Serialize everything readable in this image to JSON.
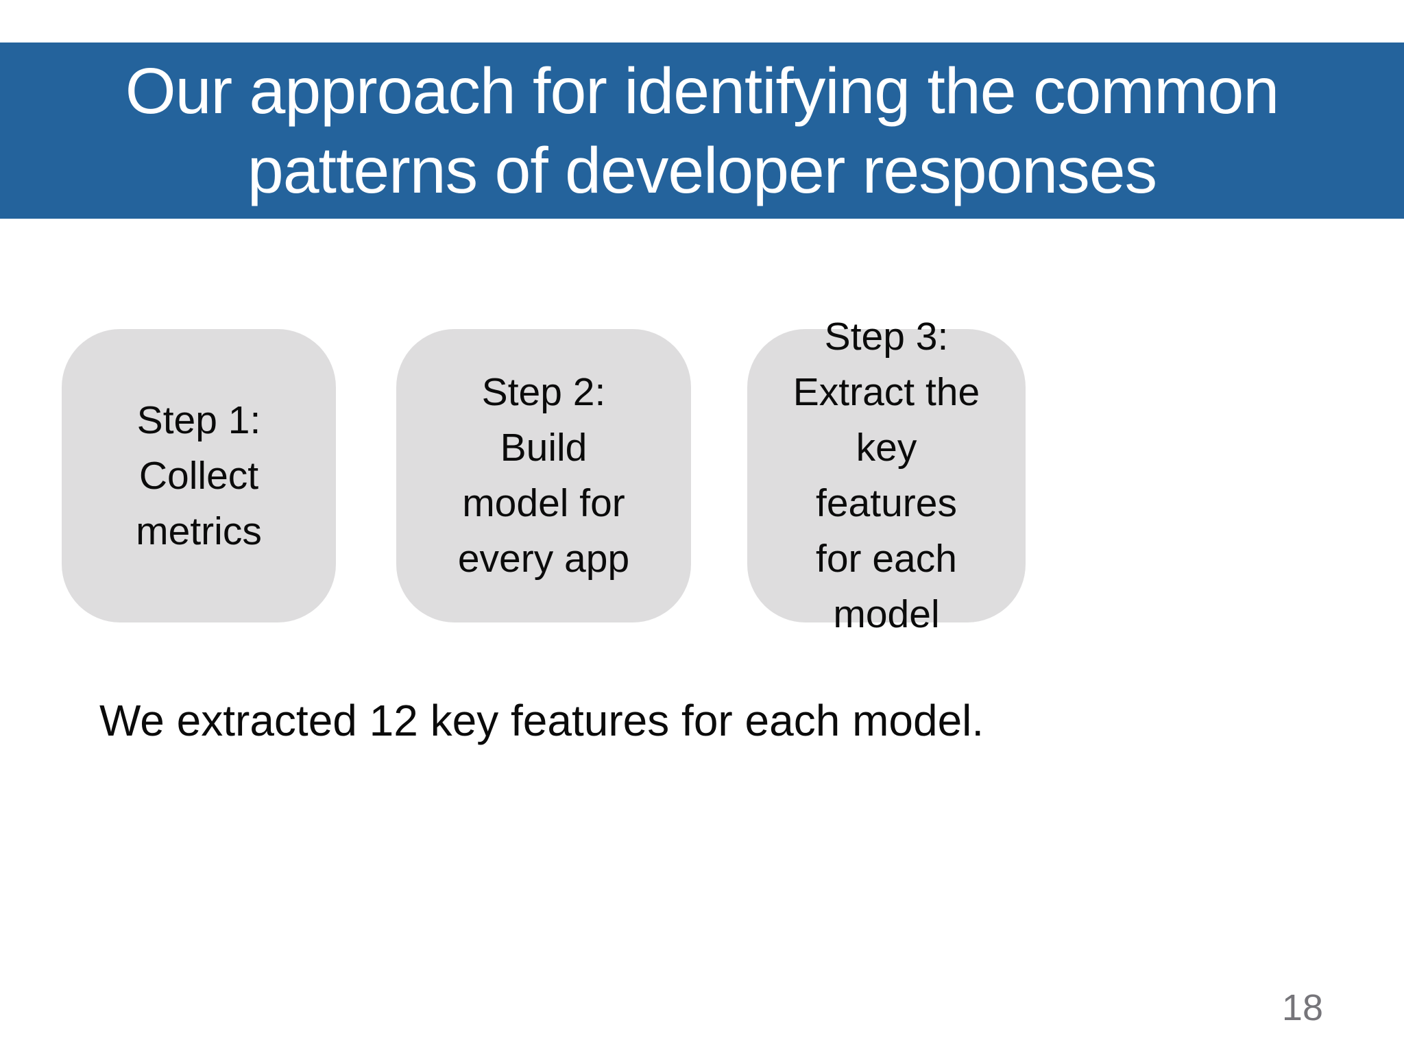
{
  "slide": {
    "title_line1": "Our approach for identifying the common",
    "title_line2": "patterns of developer responses",
    "steps": [
      {
        "name": "step-1",
        "lines": [
          "Step 1:",
          "Collect",
          "metrics"
        ]
      },
      {
        "name": "step-2",
        "lines": [
          "Step 2:",
          "Build",
          "model for",
          "every app"
        ]
      },
      {
        "name": "step-3",
        "lines": [
          "Step 3:",
          "Extract the",
          "key",
          "features",
          "for each",
          "model"
        ]
      }
    ],
    "body_text": "We extracted 12 key features for each model.",
    "page_number": "18",
    "colors": {
      "banner_background": "#24639C",
      "title_text": "#FFFFFF",
      "step_box_background": "#DEDDDE",
      "step_box_text": "#0B0B0B",
      "body_text": "#0B0B0B",
      "page_number": "#76757A",
      "slide_background": "#FFFFFF"
    }
  }
}
